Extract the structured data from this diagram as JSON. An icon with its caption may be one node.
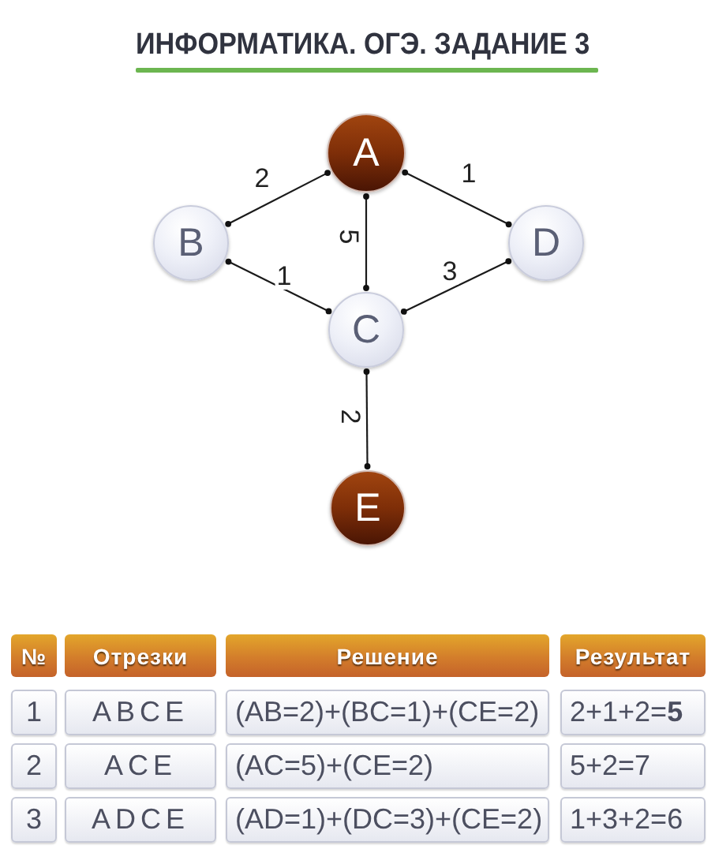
{
  "diagram": {
    "title": "ИНФОРМАТИКА. ОГЭ. ЗАДАНИЕ 3",
    "nodes": [
      {
        "text": [
          "A"
        ]
      },
      {
        "text": [
          "B"
        ]
      },
      {
        "text": [
          "D"
        ]
      },
      {
        "text": [
          "C"
        ]
      },
      {
        "text": [
          "E"
        ]
      }
    ],
    "edges": [
      {
        "from": 1,
        "to": 0,
        "arrow": "other",
        "label": "2"
      },
      {
        "from": 0,
        "to": 2,
        "arrow": "other",
        "label": "1"
      },
      {
        "from": 0,
        "to": 3,
        "arrow": "other",
        "label": "5"
      },
      {
        "from": 1,
        "to": 3,
        "arrow": "other",
        "label": "1"
      },
      {
        "from": 2,
        "to": 3,
        "arrow": "other",
        "label": "3"
      },
      {
        "from": 3,
        "to": 4,
        "arrow": "other",
        "label": "2"
      }
    ],
    "labels": [
      "№",
      "Отрезки",
      "Решение",
      "Результат",
      "1",
      "ABCE",
      "(AB=2)+(BC=1)+(CE=2)",
      "2+1+2=**5**",
      "2",
      "ACE",
      "(AC=5)+(CE=2)",
      "5+2=7",
      "3",
      "ADCE",
      "(AD=1)+(DC=3)+(CE=2)",
      "1+3+2=6"
    ]
  }
}
